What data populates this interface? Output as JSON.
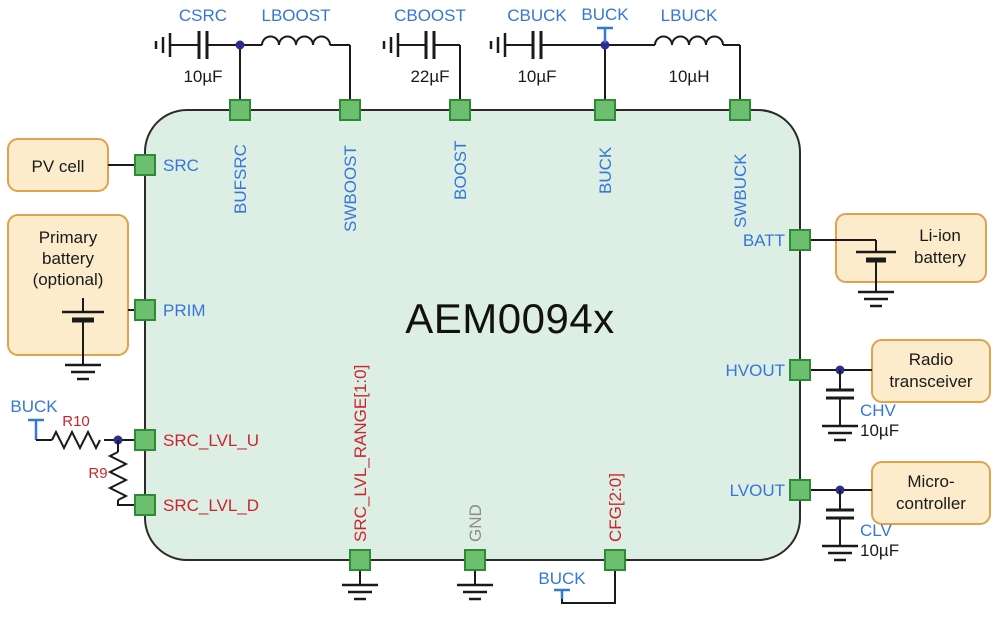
{
  "chip": {
    "name": "AEM0094x"
  },
  "pins": {
    "bufsrc": "BUFSRC",
    "swboost": "SWBOOST",
    "boost": "BOOST",
    "buck": "BUCK",
    "swbuck": "SWBUCK",
    "src": "SRC",
    "prim": "PRIM",
    "src_lvl_u": "SRC_LVL_U",
    "src_lvl_d": "SRC_LVL_D",
    "batt": "BATT",
    "hvout": "HVOUT",
    "lvout": "LVOUT",
    "src_lvl_range": "SRC_LVL_RANGE[1:0]",
    "gnd": "GND",
    "cfg": "CFG[2:0]"
  },
  "nets": {
    "buck": "BUCK"
  },
  "components": {
    "csrc": {
      "name": "CSRC",
      "value": "10µF"
    },
    "lboost": {
      "name": "LBOOST"
    },
    "cboost": {
      "name": "CBOOST",
      "value": "22µF"
    },
    "cbuck": {
      "name": "CBUCK",
      "value": "10µF"
    },
    "lbuck": {
      "name": "LBUCK",
      "value": "10µH"
    },
    "r10": {
      "name": "R10"
    },
    "r9": {
      "name": "R9"
    },
    "chv": {
      "name": "CHV",
      "value": "10µF"
    },
    "clv": {
      "name": "CLV",
      "value": "10µF"
    }
  },
  "blocks": {
    "pv_cell": {
      "line1": "PV cell"
    },
    "primary_battery": {
      "line1": "Primary",
      "line2": "battery",
      "line3": "(optional)"
    },
    "li_ion_battery": {
      "line1": "Li-ion",
      "line2": "battery"
    },
    "radio_transceiver": {
      "line1": "Radio",
      "line2": "transceiver"
    },
    "microcontroller": {
      "line1": "Micro-",
      "line2": "controller"
    }
  },
  "colors": {
    "chip_fill": "#ddeee4",
    "pin_fill": "#6bbf6e",
    "pin_stroke": "#2e8a35",
    "box_fill": "#fdeccb",
    "box_stroke": "#e0a24a",
    "blue_label": "#3577d8",
    "red_label": "#c9252b",
    "gray_label": "#8c8c8c",
    "wire": "#1a1a1a",
    "junction_dot": "#2d2d8e"
  }
}
